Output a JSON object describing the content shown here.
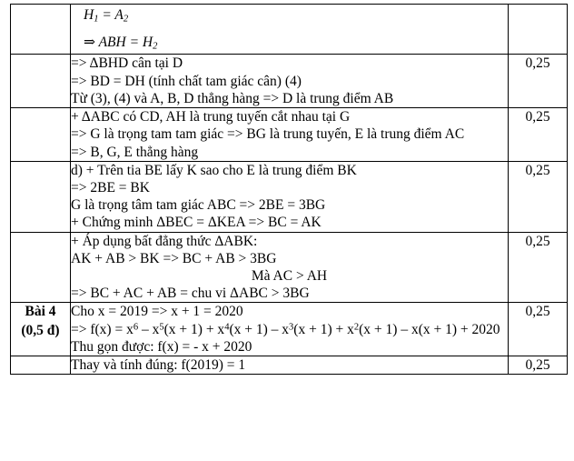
{
  "document": {
    "type": "math-exam-answer-key",
    "language": "vi"
  },
  "table": {
    "columns": [
      "question_label",
      "solution_content",
      "score"
    ],
    "rows": [
      {
        "label": "",
        "score": "",
        "math_lines": [
          {
            "base": "H",
            "sub1": "1",
            "rel": " = ",
            "base2": "A",
            "sub2": "2",
            "prefix": ""
          },
          {
            "prefix": "⇒ ",
            "base": "ABH",
            "sub1": "",
            "rel": " = ",
            "base2": "H",
            "sub2": "2"
          }
        ],
        "lines": []
      },
      {
        "label": "",
        "score": "0,25",
        "lines": [
          "=> ΔBHD cân tại D",
          "=> BD = DH (tính chất tam giác cân)  (4)",
          "Từ (3), (4) và A, B, D thẳng hàng => D là trung điểm AB"
        ]
      },
      {
        "label": "",
        "score": "0,25",
        "lines": [
          "+ ΔABC có CD, AH là trung tuyến cắt nhau tại G",
          "=> G là trọng tam tam giác => BG là trung tuyến, E là trung điểm AC",
          "=> B, G, E thẳng hàng"
        ]
      },
      {
        "label": "",
        "score": "0,25",
        "lines": [
          "d) + Trên tia BE lấy K sao cho E là trung điểm BK",
          "=> 2BE = BK",
          "G là trọng tâm tam giác ABC => 2BE = 3BG",
          "+ Chứng minh ΔBEC = ΔKEA => BC = AK"
        ]
      },
      {
        "label": "",
        "score": "0,25",
        "lines": [
          "+ Áp dụng bất đẳng thức ΔABK:",
          "AK + AB > BK => BC + AB > 3BG",
          "Mà AC > AH",
          "=> BC + AC + AB = chu vi ΔABC > 3BG"
        ],
        "centered_line_index": 2
      },
      {
        "label_lines": [
          "Bài 4",
          "(0,5 đ)"
        ],
        "score": "0,25",
        "lines": [
          "Cho x = 2019 => x + 1 = 2020",
          "=> f(x) = x⁶ – x⁵(x + 1) + x⁴(x + 1) – x³(x + 1) + x²(x + 1) – x(x + 1) + 2020",
          "Thu gọn được: f(x) = - x + 2020"
        ]
      },
      {
        "label": "",
        "score": "0,25",
        "lines": [
          "Thay và tính đúng: f(2019) = 1"
        ]
      }
    ]
  },
  "content": {
    "row1": {
      "math_line1_prefix": "",
      "math_line1": "H₁ = A₂",
      "math_line2": "⇒ ABH = H₂"
    },
    "row2": {
      "line1": "=> ΔBHD cân tại D",
      "line2": "=> BD = DH (tính chất tam giác cân)  (4)",
      "line3": "Từ (3), (4) và A, B, D thẳng hàng => D là trung điểm AB",
      "score": "0,25"
    },
    "row3": {
      "line1": "+ ΔABC có CD, AH là trung tuyến cắt nhau tại G",
      "line2": "=> G là trọng tam tam giác => BG là trung tuyến, E là trung điểm AC",
      "line3": "=> B, G, E thẳng hàng",
      "score": "0,25"
    },
    "row4": {
      "line1": "d) + Trên tia BE lấy K sao cho E là trung điểm BK",
      "line2": "=> 2BE = BK",
      "line3": "G là trọng tâm tam giác ABC => 2BE = 3BG",
      "line4": "+ Chứng minh ΔBEC = ΔKEA => BC = AK",
      "score": "0,25"
    },
    "row5": {
      "line1": "+ Áp dụng bất đẳng thức ΔABK:",
      "line2": "AK + AB > BK => BC + AB > 3BG",
      "line3": "Mà AC > AH",
      "line4": "=> BC + AC + AB = chu vi ΔABC > 3BG",
      "score": "0,25"
    },
    "row6": {
      "label_line1": "Bài 4",
      "label_line2": "(0,5 đ)",
      "line1": "Cho x = 2019 => x + 1 = 2020",
      "line2_part1": "=> f(x) = x",
      "line2_sup1": "6",
      "line2_part2": " – x",
      "line2_sup2": "5",
      "line2_part3": "(x + 1) + x",
      "line2_sup3": "4",
      "line2_part4": "(x + 1) – x",
      "line2_sup4": "3",
      "line2_part5": "(x + 1) + x",
      "line2_sup5": "2",
      "line2_part6": "(x + 1) – x(x + 1) + 2020",
      "line3": "Thu gọn được: f(x) = - x + 2020",
      "score": "0,25"
    },
    "row7": {
      "line1": "Thay và tính đúng: f(2019) = 1",
      "score": "0,25"
    }
  }
}
